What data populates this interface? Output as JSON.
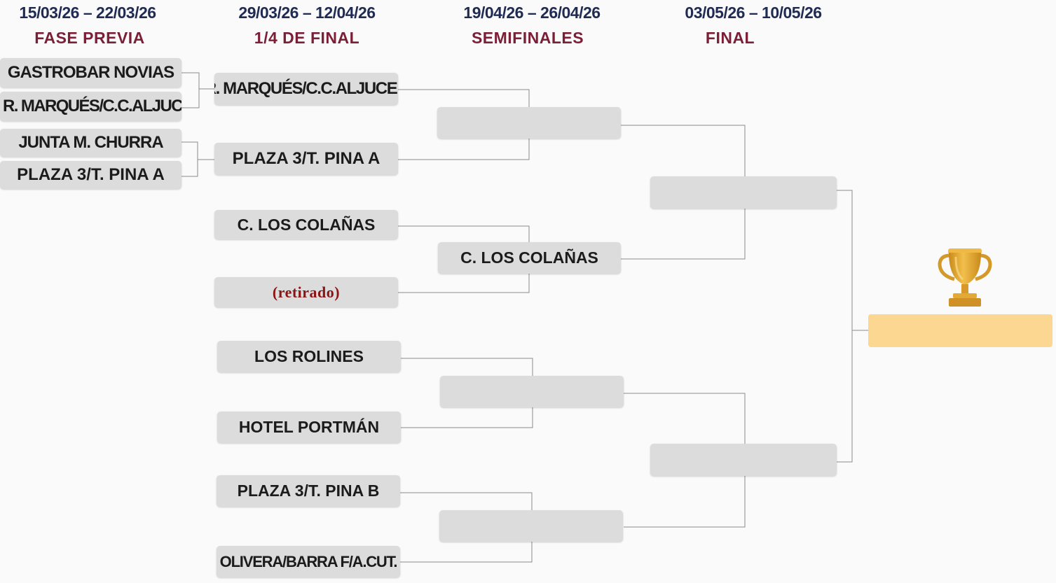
{
  "rounds": [
    {
      "dates": "15/03/26 – 22/03/26",
      "name": "FASE PREVIA"
    },
    {
      "dates": "29/03/26 – 12/04/26",
      "name": "1/4 DE FINAL"
    },
    {
      "dates": "19/04/26 – 26/04/26",
      "name": "SEMIFINALES"
    },
    {
      "dates": "03/05/26 – 10/05/26",
      "name": "FINAL"
    }
  ],
  "preliminary": [
    {
      "team": "GASTROBAR NOVIAS"
    },
    {
      "team": "R. MARQUÉS/C.C.ALJUCER"
    },
    {
      "team": "JUNTA M. CHURRA"
    },
    {
      "team": "PLAZA 3/T. PINA A"
    }
  ],
  "quarterfinals": [
    {
      "team": "R. MARQUÉS/C.C.ALJUCER"
    },
    {
      "team": "PLAZA 3/T. PINA A"
    },
    {
      "team": "C. LOS COLAÑAS"
    },
    {
      "team": "(retirado)"
    },
    {
      "team": "LOS ROLINES"
    },
    {
      "team": "HOTEL PORTMÁN"
    },
    {
      "team": "PLAZA 3/T. PINA B"
    },
    {
      "team": "OLIVERA/BARRA F/A.CUT."
    }
  ],
  "semifinals": [
    {
      "team": ""
    },
    {
      "team": "C. LOS COLAÑAS"
    },
    {
      "team": ""
    },
    {
      "team": ""
    }
  ],
  "final": [
    {
      "team": ""
    },
    {
      "team": ""
    }
  ],
  "champion": {
    "team": ""
  },
  "colors": {
    "date_text": "#1f2b52",
    "round_text": "#7a1f36",
    "slot_fill": "#dcdcdd",
    "champion_fill": "#fbd792",
    "trophy": "#e0a530",
    "connector": "#8a8a8a"
  },
  "icons": {
    "trophy": "trophy-icon"
  }
}
